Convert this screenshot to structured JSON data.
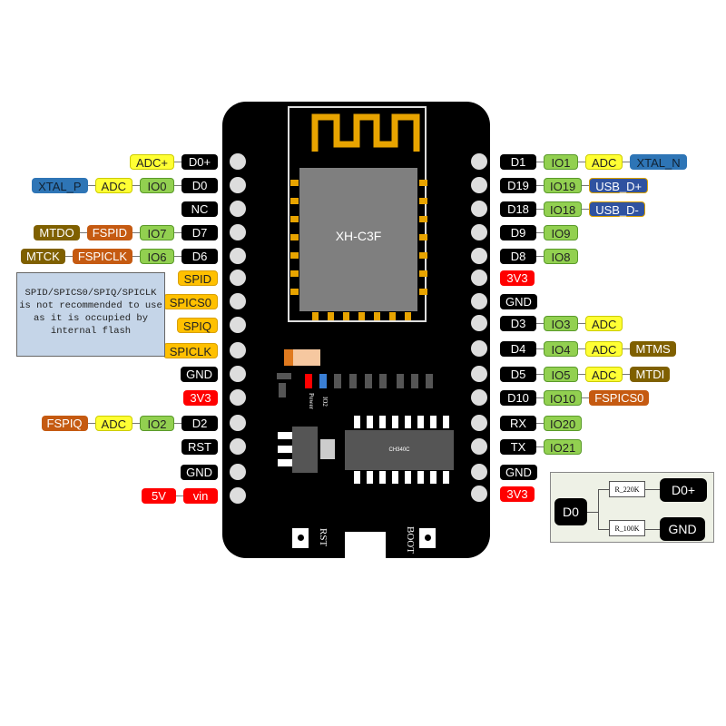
{
  "module": {
    "name": "XH-C3F"
  },
  "board": {
    "ic_label": "CH340C",
    "led_power": "Power",
    "led_io2": "IO2",
    "btn_rst": "RST",
    "btn_boot": "BOOT"
  },
  "colors": {
    "pin": "#000000",
    "io": "#92d050",
    "adc": "#ffff33",
    "xtal": "#2e75b6",
    "usb": "#2f52a0",
    "mt": "#7f6000",
    "fspi": "#c55a11",
    "spi": "#ffc000",
    "power": "#ff0000"
  },
  "left_pins": [
    [
      [
        "D0+",
        "pin"
      ],
      [
        "ADC+",
        "adc"
      ]
    ],
    [
      [
        "D0",
        "pin"
      ],
      [
        "IO0",
        "io"
      ],
      [
        "ADC",
        "adc"
      ],
      [
        "XTAL_P",
        "xtal"
      ]
    ],
    [
      [
        "NC",
        "pin"
      ]
    ],
    [
      [
        "D7",
        "pin"
      ],
      [
        "IO7",
        "io"
      ],
      [
        "FSPID",
        "fspi"
      ],
      [
        "MTDO",
        "mt"
      ]
    ],
    [
      [
        "D6",
        "pin"
      ],
      [
        "IO6",
        "io"
      ],
      [
        "FSPICLK",
        "fspi"
      ],
      [
        "MTCK",
        "mt"
      ]
    ],
    [
      [
        "SPID",
        "spi"
      ]
    ],
    [
      [
        "SPICS0",
        "spi"
      ]
    ],
    [
      [
        "SPIQ",
        "spi"
      ]
    ],
    [
      [
        "SPICLK",
        "spi"
      ]
    ],
    [
      [
        "GND",
        "pin"
      ]
    ],
    [
      [
        "3V3",
        "power"
      ]
    ],
    [
      [
        "D2",
        "pin"
      ],
      [
        "IO2",
        "io"
      ],
      [
        "ADC",
        "adc"
      ],
      [
        "FSPIQ",
        "fspi"
      ]
    ],
    [
      [
        "RST",
        "pin"
      ]
    ],
    [
      [
        "GND",
        "pin"
      ]
    ],
    [
      [
        "vin",
        "power"
      ],
      [
        "5V",
        "power"
      ]
    ]
  ],
  "right_pins": [
    [
      [
        "D1",
        "pin"
      ],
      [
        "IO1",
        "io"
      ],
      [
        "ADC",
        "adc"
      ],
      [
        "XTAL_N",
        "xtal"
      ]
    ],
    [
      [
        "D19",
        "pin"
      ],
      [
        "IO19",
        "io"
      ],
      [
        "USB_D+",
        "usb"
      ]
    ],
    [
      [
        "D18",
        "pin"
      ],
      [
        "IO18",
        "io"
      ],
      [
        "USB_D-",
        "usb"
      ]
    ],
    [
      [
        "D9",
        "pin"
      ],
      [
        "IO9",
        "io"
      ]
    ],
    [
      [
        "D8",
        "pin"
      ],
      [
        "IO8",
        "io"
      ]
    ],
    [
      [
        "3V3",
        "power"
      ]
    ],
    [
      [
        "GND",
        "pin"
      ]
    ],
    [
      [
        "D3",
        "pin"
      ],
      [
        "IO3",
        "io"
      ],
      [
        "ADC",
        "adc"
      ]
    ],
    [
      [
        "D4",
        "pin"
      ],
      [
        "IO4",
        "io"
      ],
      [
        "ADC",
        "adc"
      ],
      [
        "MTMS",
        "mt"
      ]
    ],
    [
      [
        "D5",
        "pin"
      ],
      [
        "IO5",
        "io"
      ],
      [
        "ADC",
        "adc"
      ],
      [
        "MTDI",
        "mt"
      ]
    ],
    [
      [
        "D10",
        "pin"
      ],
      [
        "IO10",
        "io"
      ],
      [
        "FSPICS0",
        "fspi"
      ]
    ],
    [
      [
        "RX",
        "pin"
      ],
      [
        "IO20",
        "io"
      ]
    ],
    [
      [
        "TX",
        "pin"
      ],
      [
        "IO21",
        "io"
      ]
    ],
    [
      [
        "GND",
        "pin"
      ]
    ],
    [
      [
        "3V3",
        "power"
      ]
    ]
  ],
  "note": {
    "lines": [
      "SPID/SPICS0/SPIQ/SPICLK",
      "is not recommended to use",
      "as it is occupied by",
      "internal flash"
    ]
  },
  "divider": {
    "input": "D0",
    "r_top": "R_220K",
    "r_bottom": "R_100K",
    "out_top": "D0+",
    "out_bottom": "GND"
  }
}
